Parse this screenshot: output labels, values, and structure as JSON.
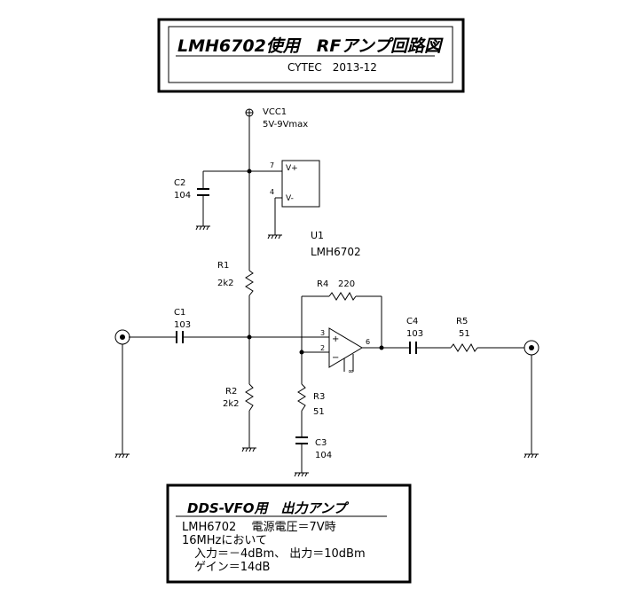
{
  "title_box": {
    "title": "LMH6702使用　RFアンプ回路図",
    "subtitle": "CYTEC　2013-12"
  },
  "power": {
    "name": "VCC1",
    "range": "5V-9Vmax"
  },
  "opamp": {
    "ref": "U1",
    "part": "LMH6702",
    "pin_vplus_num": "7",
    "pin_vplus": "V+",
    "pin_vminus_num": "4",
    "pin_vminus": "V-",
    "pin_in_plus": "3",
    "pin_in_minus": "2",
    "pin_out": "6",
    "sym_plus": "+",
    "sym_minus": "−",
    "sym_inf": "∞"
  },
  "components": {
    "c1": {
      "ref": "C1",
      "value": "103"
    },
    "c2": {
      "ref": "C2",
      "value": "104"
    },
    "c3": {
      "ref": "C3",
      "value": "104"
    },
    "c4": {
      "ref": "C4",
      "value": "103"
    },
    "r1": {
      "ref": "R1",
      "value": "2k2"
    },
    "r2": {
      "ref": "R2",
      "value": "2k2"
    },
    "r3": {
      "ref": "R3",
      "value": "51"
    },
    "r4": {
      "ref": "R4",
      "value": "220"
    },
    "r5": {
      "ref": "R5",
      "value": "51"
    }
  },
  "note_box": {
    "title": "DDS-VFO用　出力アンプ",
    "lines": [
      "LMH6702　 電源電圧＝7V時",
      "16MHzにおいて",
      "入力＝－4dBm、 出力＝10dBm",
      "ゲイン＝14dB"
    ]
  }
}
